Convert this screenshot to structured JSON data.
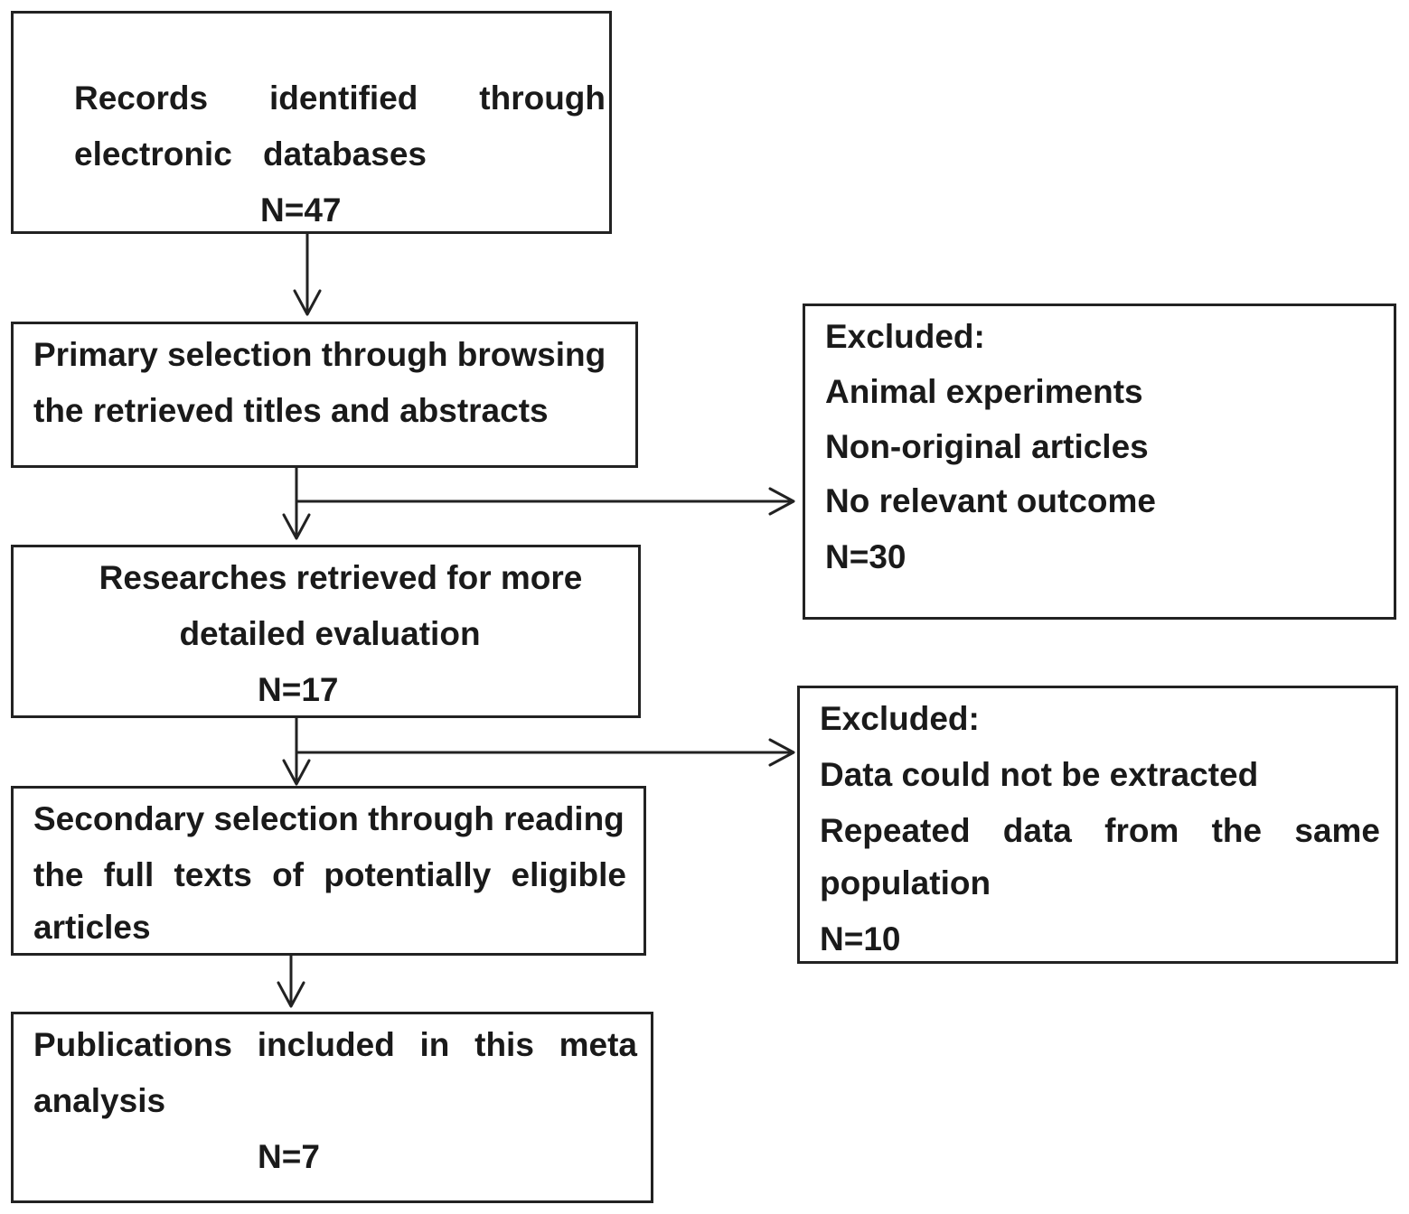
{
  "flowchart": {
    "records_box": {
      "line1": "Records identified through",
      "line2": "electronic databases",
      "count": "N=47"
    },
    "primary_box": {
      "line1": "Primary selection through browsing",
      "line2": "the retrieved titles and abstracts"
    },
    "excluded_box_1": {
      "heading": "Excluded:",
      "reason1": "Animal experiments",
      "reason2": "Non-original articles",
      "reason3": "No relevant outcome",
      "count": "N=30"
    },
    "detailed_box": {
      "line1": "Researches retrieved for more",
      "line2": "detailed evaluation",
      "count": "N=17"
    },
    "excluded_box_2": {
      "heading": "Excluded:",
      "reason1": "Data could not be extracted",
      "reason2_line1": "Repeated data from the same",
      "reason2_line2": "population",
      "count": "N=10"
    },
    "secondary_box": {
      "line1": "Secondary selection through reading",
      "line2": "the full texts of potentially eligible",
      "line3": "articles"
    },
    "included_box": {
      "line1": "Publications included in this meta",
      "line2": "analysis",
      "count": "N=7"
    }
  }
}
